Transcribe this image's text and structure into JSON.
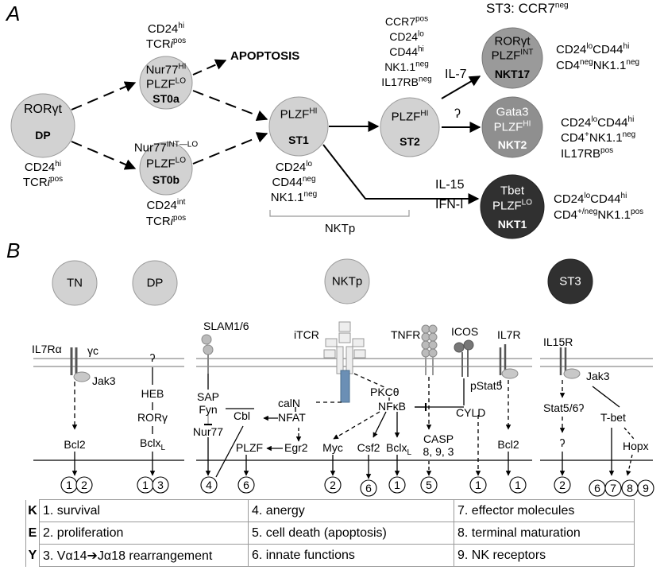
{
  "panelA": {
    "letter": "A",
    "dp_cell": {
      "line1": "RORγt",
      "line2": "DP",
      "markers1": "CD24",
      "markers1_sup": "hi",
      "markers2": "TCR",
      "markers2_i": "i",
      "markers2_sup": "pos"
    },
    "st0a_cell": {
      "above1": "CD24",
      "above1_sup": "hi",
      "above2": "TCR",
      "above2_i": "i",
      "above2_sup": "pos",
      "line1": "Nur77",
      "line1_sup": "HI",
      "line2": "PLZF",
      "line2_sup": "LO",
      "line3": "ST0a"
    },
    "apoptosis": "APOPTOSIS",
    "st0b_cell": {
      "line1": "Nur77",
      "line1_sup": "INT—LO",
      "line2": "PLZF",
      "line2_sup": "LO",
      "line3": "ST0b",
      "below1": "CD24",
      "below1_sup": "int",
      "below2": "TCR",
      "below2_i": "i",
      "below2_sup": "pos"
    },
    "st1_cell": {
      "line1": "PLZF",
      "line1_sup": "HI",
      "line2": "ST1",
      "below1": "CD24",
      "below1_sup": "lo",
      "below2": "CD44",
      "below2_sup": "neg",
      "below3": "NK1.1",
      "below3_sup": "neg"
    },
    "st2_cell": {
      "above1": "CCR7",
      "above1_sup": "pos",
      "above2": "CD24",
      "above2_sup": "lo",
      "above3": "CD44",
      "above3_sup": "hi",
      "above4": "NK1.1",
      "above4_sup": "neg",
      "above5": "IL17RB",
      "above5_sup": "neg",
      "line1": "PLZF",
      "line1_sup": "HI",
      "line2": "ST2"
    },
    "st3_title": "ST3: CCR7",
    "st3_title_sup": "neg",
    "il7": "IL-7",
    "question": "ʔ",
    "il15": "IL-15",
    "ifn": "IFN-I",
    "nktp_label": "NKTp",
    "nkt17": {
      "line1": "RORγt",
      "line2": "PLZF",
      "line2_sup": "INT",
      "line3": "NKT17",
      "m1a": "CD24",
      "m1a_sup": "lo",
      "m1b": "CD44",
      "m1b_sup": "hi",
      "m2a": "CD4",
      "m2a_sup": "neg",
      "m2b": "NK1.1",
      "m2b_sup": "neg"
    },
    "nkt2": {
      "line1": "Gata3",
      "line2": "PLZF",
      "line2_sup": "HI",
      "line3": "NKT2",
      "m1a": "CD24",
      "m1a_sup": "lo",
      "m1b": "CD44",
      "m1b_sup": "hi",
      "m2a": "CD4",
      "m2a_sup": "+",
      "m2b": "NK1.1",
      "m2b_sup": "neg",
      "m3": "IL17RB",
      "m3_sup": "pos"
    },
    "nkt1": {
      "line1": "Tbet",
      "line2": "PLZF",
      "line2_sup": "LO",
      "line3": "NKT1",
      "m1a": "CD24",
      "m1a_sup": "lo",
      "m1b": "CD44",
      "m1b_sup": "hi",
      "m2a": "CD4",
      "m2a_sup": "+/neg",
      "m2b": "NK1.1",
      "m2b_sup": "pos"
    }
  },
  "panelB": {
    "letter": "B",
    "stages": [
      "TN",
      "DP",
      "NKTp",
      "ST3"
    ],
    "tn": {
      "receptor": "IL7Rα",
      "gc": "γc",
      "jak3": "Jak3",
      "bcl2": "Bcl2"
    },
    "dp": {
      "question": "ʔ",
      "heb": "HEB",
      "rorg": "RORγ",
      "bclx": "Bclx",
      "bclx_sub": "L"
    },
    "nktp": {
      "slam": "SLAM1/6",
      "itcr": "iTCR",
      "tnfr": "TNFR",
      "icos": "ICOS",
      "il7r": "IL7R",
      "sap": "SAP",
      "fyn": "Fyn",
      "caln": "calN",
      "pkc": "PKCθ",
      "pstat5": "pStat5",
      "nfkb": "NFκB",
      "cbl": "Cbl",
      "nfat": "NFAT",
      "cyld": "CYLD",
      "nur77": "Nur77",
      "plzf": "PLZF",
      "egr2": "Egr2",
      "myc": "Myc",
      "csf2": "Csf2",
      "bclx": "Bclx",
      "bclx_sub": "L",
      "casp1": "CASP",
      "casp2": "8, 9, 3",
      "bcl2": "Bcl2"
    },
    "st3": {
      "il15r": "IL15R",
      "jak3": "Jak3",
      "stat": "Stat5/6ʔ",
      "tbet": "T-bet",
      "question": "ʔ",
      "hopx": "Hopx"
    },
    "outputs": [
      "1",
      "2",
      "1",
      "3",
      "4",
      "6",
      "2",
      "6",
      "1",
      "5",
      "1",
      "1",
      "2",
      "6",
      "7",
      "8",
      "9"
    ]
  },
  "key": {
    "letters": [
      "K",
      "E",
      "Y"
    ],
    "rows": [
      [
        "1. survival",
        "4. anergy",
        "7. effector molecules"
      ],
      [
        "2. proliferation",
        "5. cell death (apoptosis)",
        "8. terminal maturation"
      ],
      [
        "3. Vα14➔Jα18 rearrangement",
        "6. innate functions",
        "9. NK receptors"
      ]
    ]
  },
  "colors": {
    "cell_light": "#d2d2d2",
    "cell_mid": "#9a9a9a",
    "cell_dark": "#303030",
    "membrane": "#8c8c8c"
  }
}
